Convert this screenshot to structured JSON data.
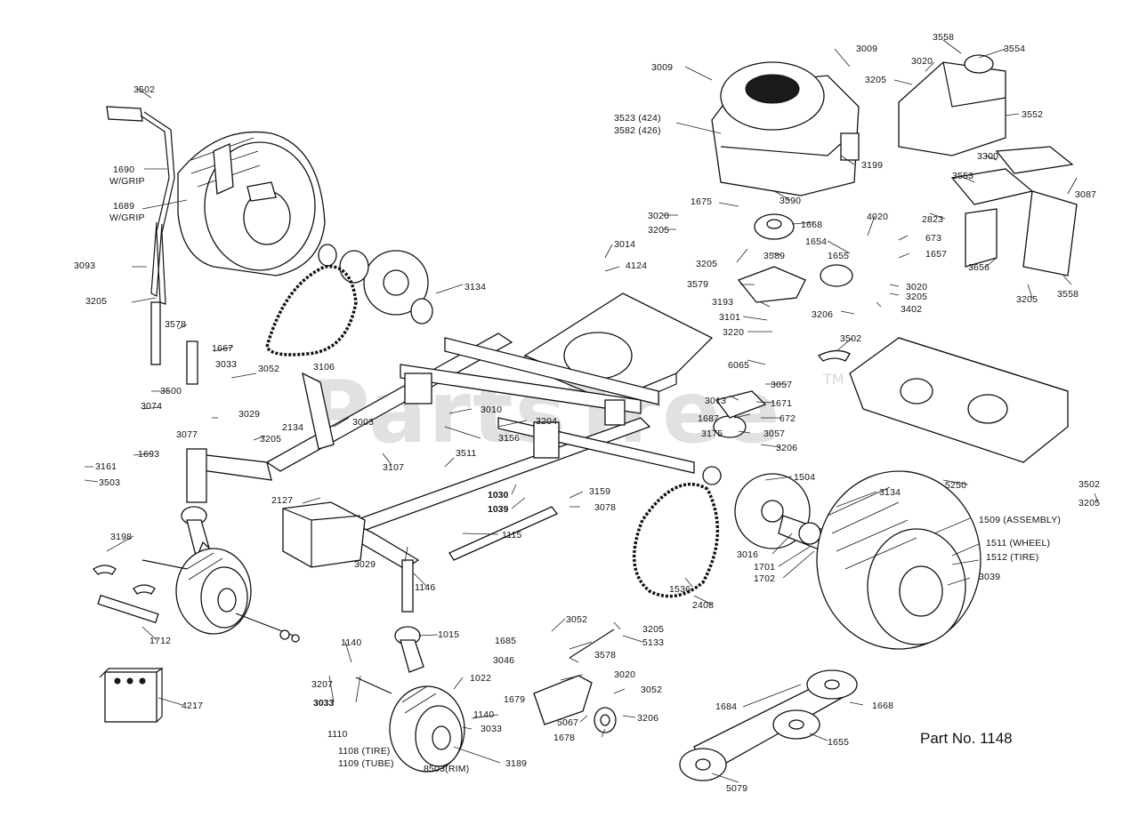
{
  "diagram": {
    "watermark": "PartsTree",
    "watermark_tm": "TM",
    "part_number": "Part No. 1148",
    "callouts": [
      "3502",
      "1690",
      "W/GRIP",
      "1689",
      "W/GRIP",
      "3093",
      "3205",
      "3578",
      "1667",
      "3033",
      "3052",
      "3106",
      "3500",
      "3074",
      "3029",
      "1693",
      "3077",
      "3161",
      "3503",
      "3134",
      "4124",
      "3014",
      "3010",
      "3156",
      "3204",
      "3003",
      "2134",
      "3205",
      "3107",
      "2127",
      "3511",
      "1030",
      "1039",
      "3159",
      "3078",
      "1115",
      "3029",
      "1146",
      "3198",
      "1712",
      "4217",
      "3207",
      "1140",
      "3033",
      "1110",
      "1015",
      "1022",
      "1140",
      "3033",
      "1108 (TIRE)",
      "1109 (TUBE)",
      "8503(RIM)",
      "3189",
      "3052",
      "1685",
      "3578",
      "3205",
      "5133",
      "3046",
      "3020",
      "1679",
      "3052",
      "5067",
      "1678",
      "3206",
      "1504",
      "1536",
      "2408",
      "3016",
      "1701",
      "1702",
      "3134",
      "1509 (ASSEMBLY)",
      "1511 (WHEEL)",
      "1512 (TIRE)",
      "3039",
      "1684",
      "1668",
      "1655",
      "5079",
      "3009",
      "3523 (424)",
      "3582 (426)",
      "3009",
      "3558",
      "3554",
      "3020",
      "3205",
      "3552",
      "3300",
      "3553",
      "3087",
      "3199",
      "1675",
      "3020",
      "3205",
      "3590",
      "1668",
      "4020",
      "2823",
      "3589",
      "1654",
      "673",
      "1657",
      "3656",
      "3558",
      "1655",
      "3579",
      "3205",
      "3020",
      "3205",
      "3402",
      "3205",
      "3206",
      "3193",
      "3101",
      "3220",
      "6065",
      "3057",
      "3013",
      "1671",
      "1687",
      "672",
      "3175",
      "3057",
      "3206",
      "3502",
      "5250",
      "3502",
      "3205"
    ]
  }
}
